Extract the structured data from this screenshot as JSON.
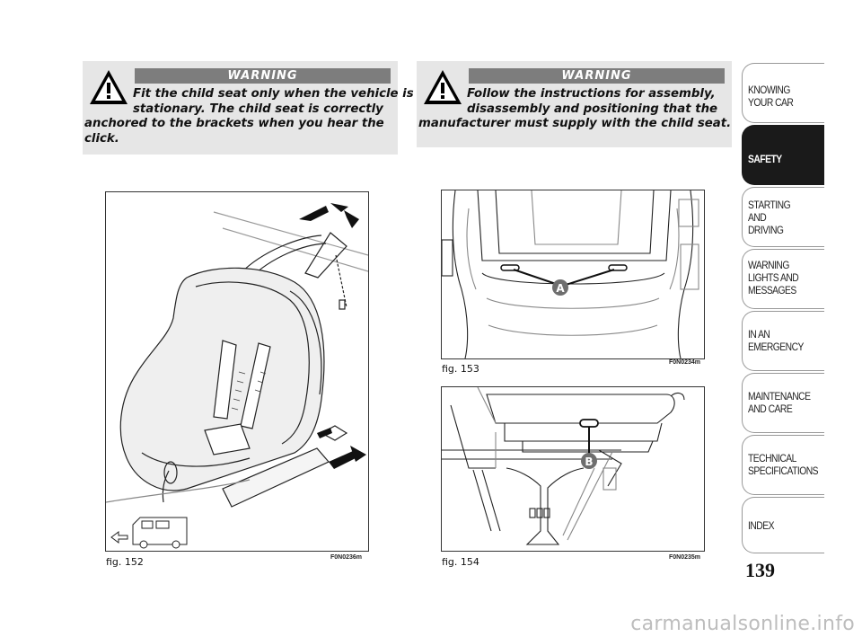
{
  "warnings": [
    {
      "title": "WARNING",
      "lines": [
        "Fit the child seat only when the vehicle is",
        "stationary. The child seat is correctly",
        "anchored to the brackets when you hear the",
        "click."
      ]
    },
    {
      "title": "WARNING",
      "lines": [
        "Follow the instructions for assembly,",
        "disassembly and positioning that the",
        "manufacturer must supply with the child seat."
      ]
    }
  ],
  "figures": [
    {
      "label": "fig. 152",
      "code": "F0N0236m"
    },
    {
      "label": "fig. 153",
      "code": "F0N0234m",
      "callout": "A"
    },
    {
      "label": "fig. 154",
      "code": "F0N0235m",
      "callout": "B"
    }
  ],
  "sidebar": {
    "tabs": [
      {
        "label": "KNOWING\nYOUR CAR"
      },
      {
        "label": "SAFETY"
      },
      {
        "label": "STARTING\nAND\nDRIVING"
      },
      {
        "label": "WARNING\nLIGHTS AND\nMESSAGES"
      },
      {
        "label": "IN AN\nEMERGENCY"
      },
      {
        "label": "MAINTENANCE\nAND CARE"
      },
      {
        "label": "TECHNICAL\nSPECIFICATIONS"
      },
      {
        "label": "INDEX"
      }
    ],
    "active_tab": "SAFETY"
  },
  "page_number": "139",
  "watermark": "carmanualsonline.info",
  "colors": {
    "warning_bg": "#e6e6e6",
    "banner": "#7d7d7d",
    "active_tab": "#1a1a1a",
    "callout": "#6e6e6e"
  }
}
